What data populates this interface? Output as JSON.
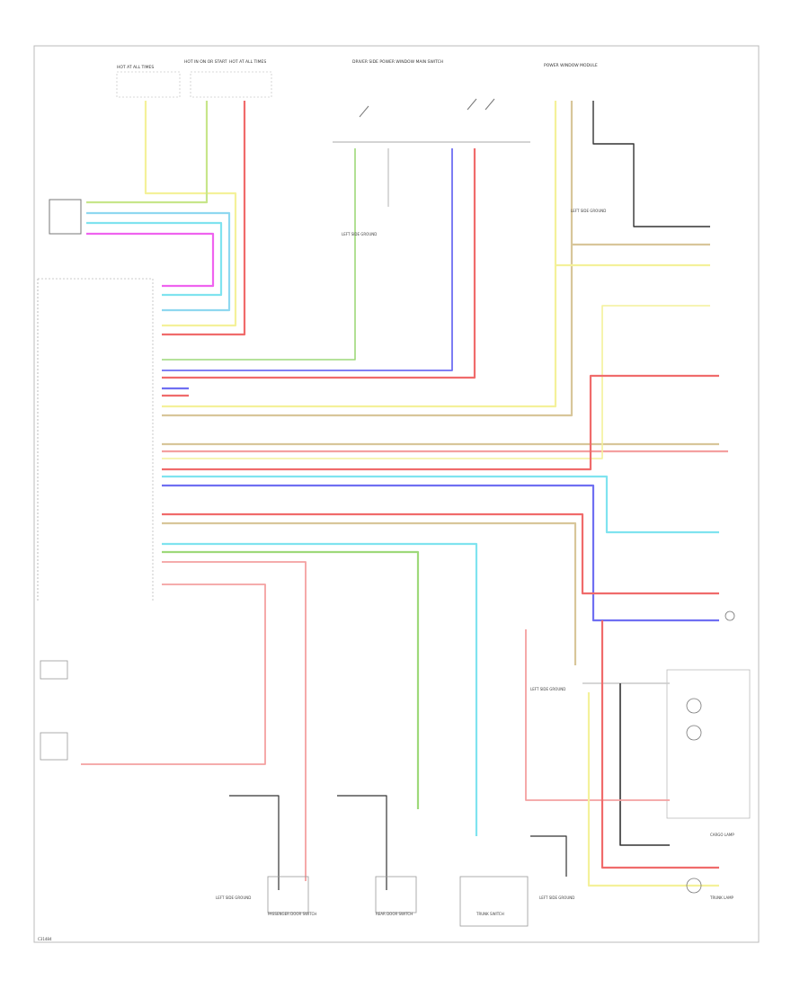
{
  "diagram": {
    "footer_code": "C31484",
    "colors": {
      "yellow": "#f4f19a",
      "green_yellow": "#c7e68a",
      "green": "#9ed97a",
      "red": "#f06b6b",
      "pink": "#f4a0a0",
      "blue": "#6f6ff2",
      "light_blue": "#8fd8f0",
      "magenta": "#ef63ef",
      "cyan": "#7fe3ef",
      "tan": "#d8c69a",
      "gray": "#c9c9c9",
      "black": "#333333"
    },
    "top_fuses": [
      {
        "name": "fuse-1",
        "label": "HOT AT ALL TIMES"
      },
      {
        "name": "fuse-2",
        "label": "HOT IN ON OR START"
      },
      {
        "name": "fuse-3",
        "label": "HOT AT ALL TIMES"
      }
    ],
    "top_labels": {
      "center_switch": "DRIVER SIDE POWER WINDOW MAIN SWITCH",
      "right_module": "POWER WINDOW MODULE"
    },
    "grounds": [
      {
        "name": "ground-1",
        "label": "LEFT SIDE GROUND"
      },
      {
        "name": "ground-2",
        "label": "LEFT SIDE GROUND"
      },
      {
        "name": "ground-3",
        "label": "LEFT SIDE GROUND"
      },
      {
        "name": "ground-4",
        "label": "LEFT SIDE GROUND"
      },
      {
        "name": "ground-5",
        "label": "LEFT SIDE GROUND"
      }
    ],
    "bottom_switches": [
      {
        "name": "switch-1",
        "label": "PASSENGER DOOR SWITCH"
      },
      {
        "name": "switch-2",
        "label": "REAR DOOR SWITCH"
      },
      {
        "name": "switch-3",
        "label": "TRUNK SWITCH"
      }
    ],
    "right_labels": {
      "lamp_upper": "CARGO LAMP",
      "lamp_lower": "TRUNK LAMP"
    }
  }
}
